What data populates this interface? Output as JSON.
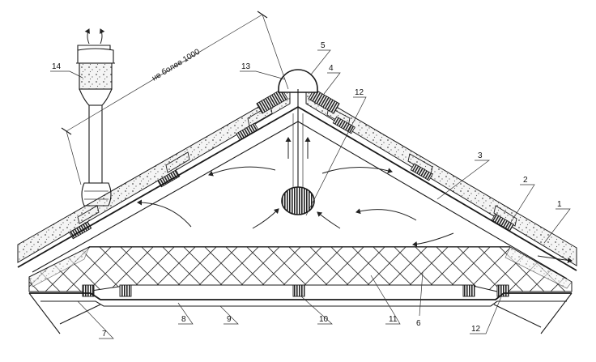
{
  "dimension_text": "не более 1000",
  "callouts": [
    {
      "id": "c1",
      "label": "1"
    },
    {
      "id": "c2",
      "label": "2"
    },
    {
      "id": "c3",
      "label": "3"
    },
    {
      "id": "c4",
      "label": "4"
    },
    {
      "id": "c5",
      "label": "5"
    },
    {
      "id": "c6",
      "label": "6"
    },
    {
      "id": "c7",
      "label": "7"
    },
    {
      "id": "c8",
      "label": "8"
    },
    {
      "id": "c9",
      "label": "9"
    },
    {
      "id": "c10",
      "label": "10"
    },
    {
      "id": "c11",
      "label": "11"
    },
    {
      "id": "c12a",
      "label": "12"
    },
    {
      "id": "c12b",
      "label": "12"
    },
    {
      "id": "c13",
      "label": "13"
    },
    {
      "id": "c14",
      "label": "14"
    }
  ]
}
